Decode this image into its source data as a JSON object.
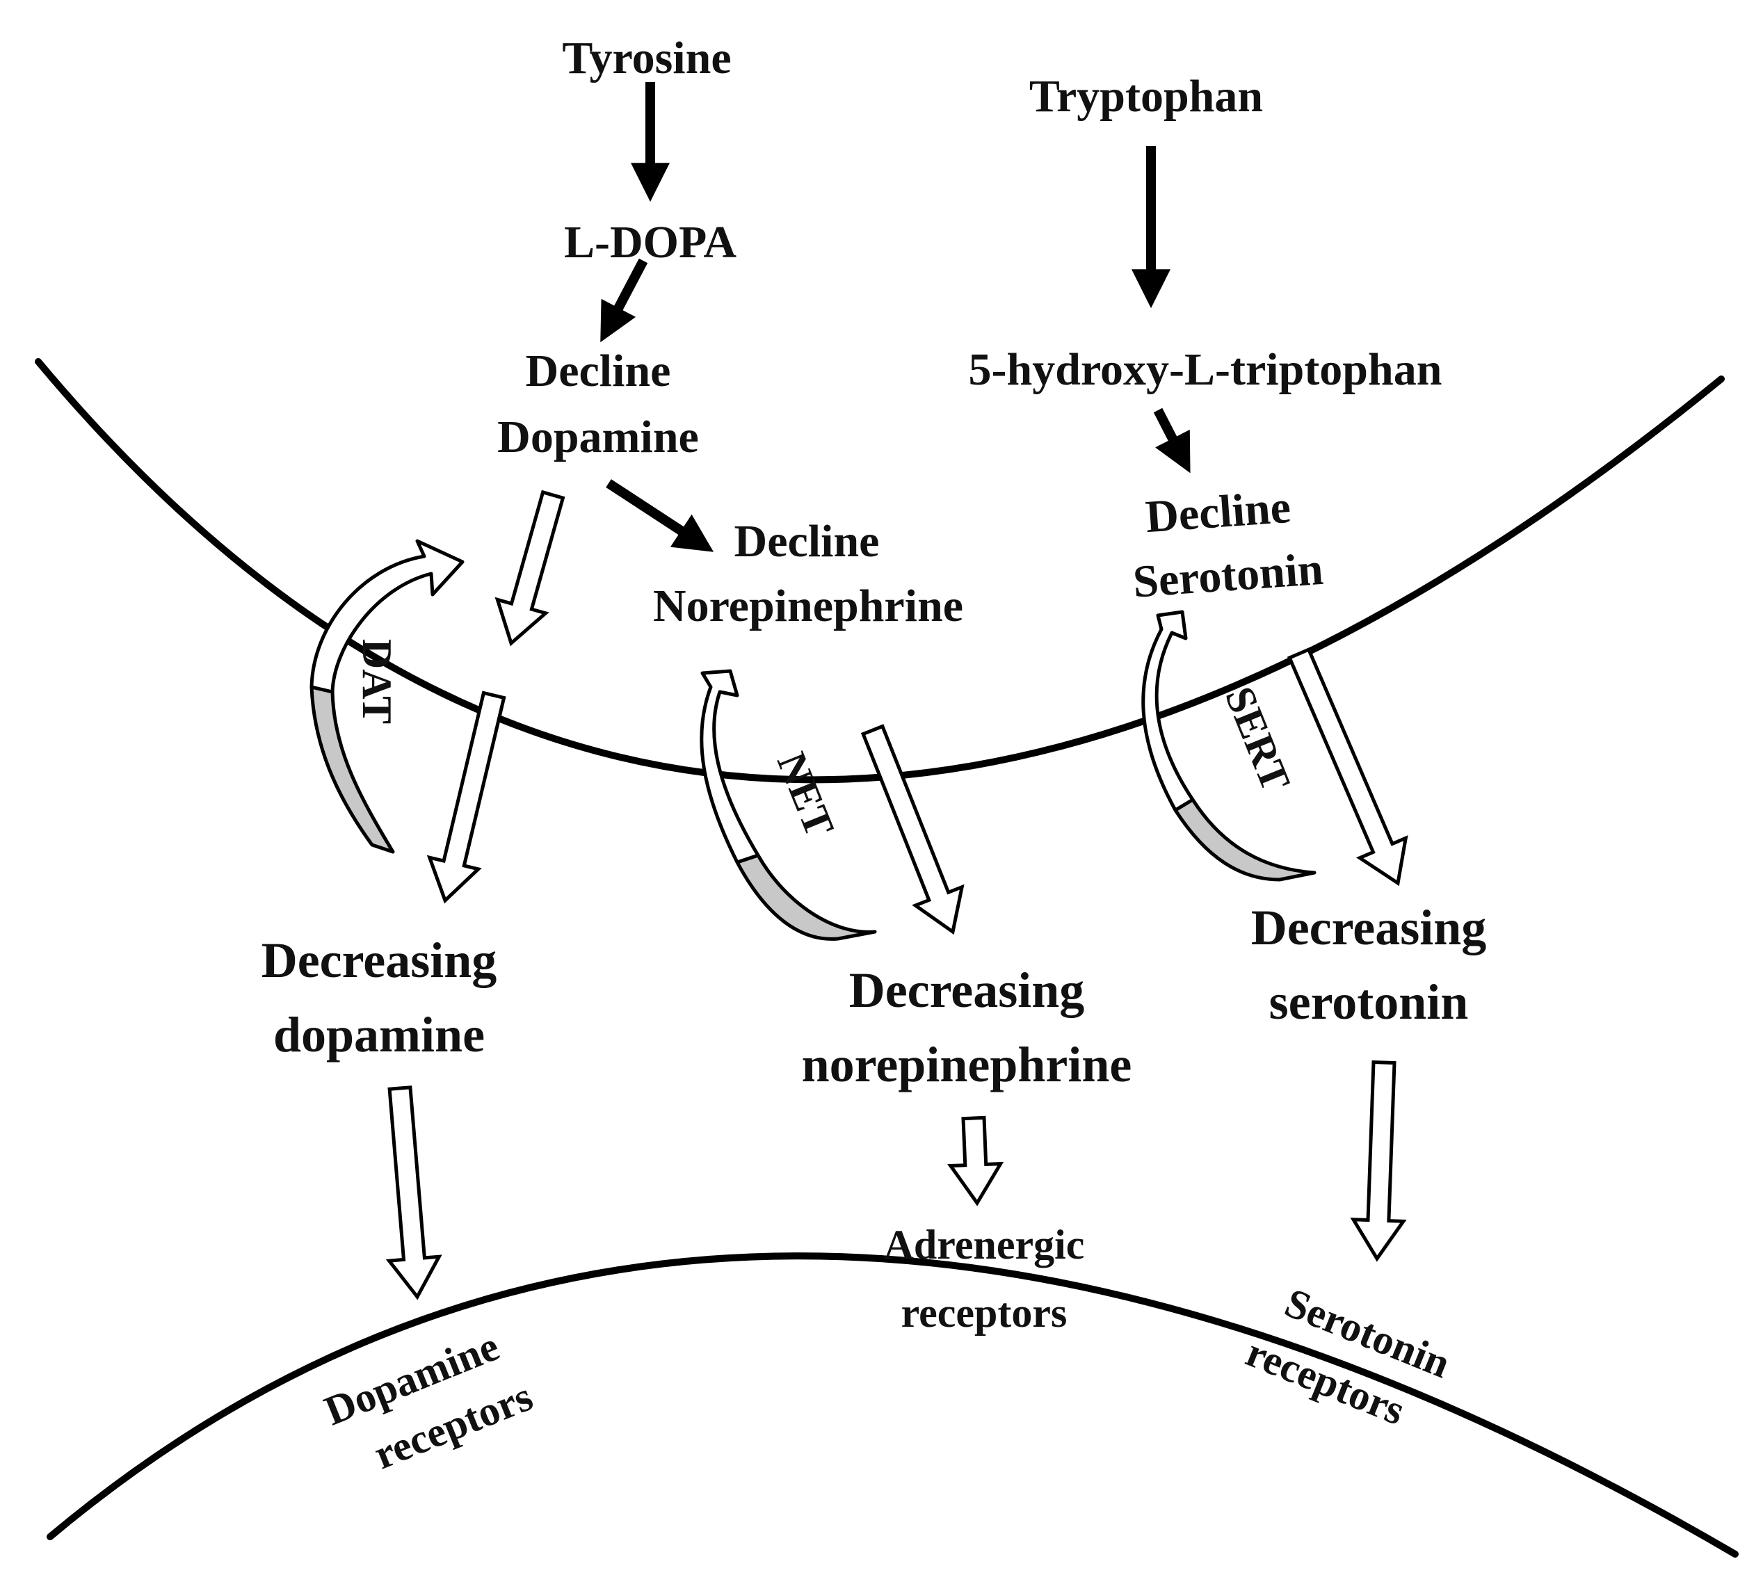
{
  "labels": {
    "tyrosine": "Tyrosine",
    "ldopa": "L-DOPA",
    "decline_dopamine_1": "Decline",
    "decline_dopamine_2": "Dopamine",
    "tryptophan": "Tryptophan",
    "hydroxy_tryptophan": "5-hydroxy-L-triptophan",
    "decline_serotonin_1": "Decline",
    "decline_serotonin_2": "Serotonin",
    "decline_norepinephrine_1": "Decline",
    "decline_norepinephrine_2": "Norepinephrine",
    "dat": "DAT",
    "net": "NET",
    "sert": "SERT",
    "decreasing_dopamine_1": "Decreasing",
    "decreasing_dopamine_2": "dopamine",
    "decreasing_norepinephrine_1": "Decreasing",
    "decreasing_norepinephrine_2": "norepinephrine",
    "decreasing_serotonin_1": "Decreasing",
    "decreasing_serotonin_2": "serotonin",
    "dopamine_receptors_1": "Dopamine",
    "dopamine_receptors_2": "receptors",
    "adrenergic_receptors_1": "Adrenergic",
    "adrenergic_receptors_2": "receptors",
    "serotonin_receptors_1": "Serotonin",
    "serotonin_receptors_2": "receptors"
  },
  "colors": {
    "line": "#000000",
    "text": "#111111",
    "arrow_fill": "#ffffff",
    "reuptake_tail": "#c8c8c8"
  }
}
